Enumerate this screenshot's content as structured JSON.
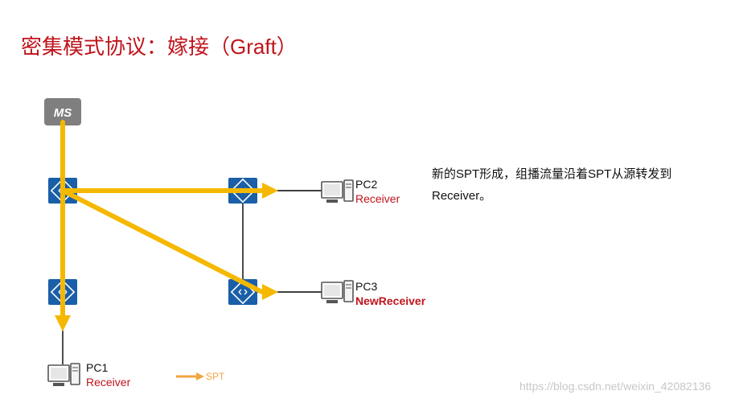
{
  "slide": {
    "title": "密集模式协议：嫁接（Graft）",
    "description": "新的SPT形成，组播流量沿着SPT从源转发到Receiver。",
    "watermark": "https://blog.csdn.net/weixin_42082136"
  },
  "nodes": {
    "ms": {
      "label": "MS"
    },
    "pc1": {
      "name": "PC1",
      "role": "Receiver"
    },
    "pc2": {
      "name": "PC2",
      "role": "Receiver"
    },
    "pc3": {
      "name": "PC3",
      "role": "NewReceiver"
    }
  },
  "legend": {
    "spt_label": "SPT"
  },
  "colors": {
    "title": "#c0141c",
    "spt_arrow": "#f5b800",
    "router": "#1a5fa8",
    "ms_box": "#7f7f7f",
    "link": "#000000"
  }
}
